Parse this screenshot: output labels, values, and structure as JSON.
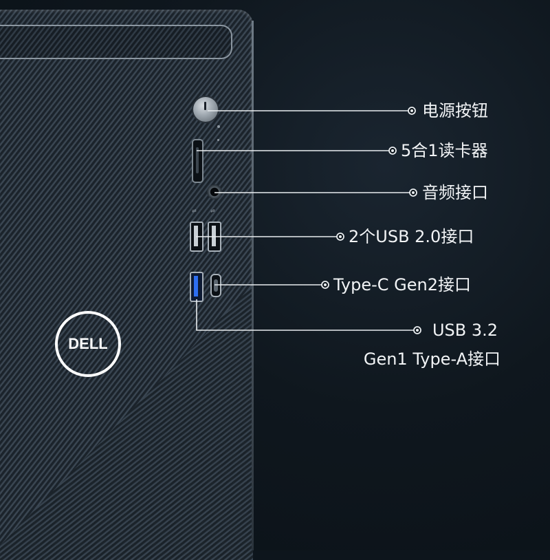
{
  "product": {
    "brand_logo": "DELL",
    "accent_usb3_color": "#2e6ff2",
    "background_color": "#0d151c"
  },
  "ports": [
    {
      "id": "power",
      "label": "电源按钮",
      "icon": "power-button-icon"
    },
    {
      "id": "card-reader",
      "label": "5合1读卡器",
      "icon": "sd-card-slot-icon"
    },
    {
      "id": "audio",
      "label": "音频接口",
      "icon": "audio-jack-icon"
    },
    {
      "id": "usb2",
      "label": "2个USB 2.0接口",
      "icon": "usb-port-icon"
    },
    {
      "id": "typec",
      "label": "Type-C Gen2接口",
      "icon": "usb-c-port-icon"
    },
    {
      "id": "usb3",
      "label_line1": "USB 3.2",
      "label_line2": "Gen1 Type-A接口",
      "icon": "usb-port-blue-icon"
    }
  ]
}
